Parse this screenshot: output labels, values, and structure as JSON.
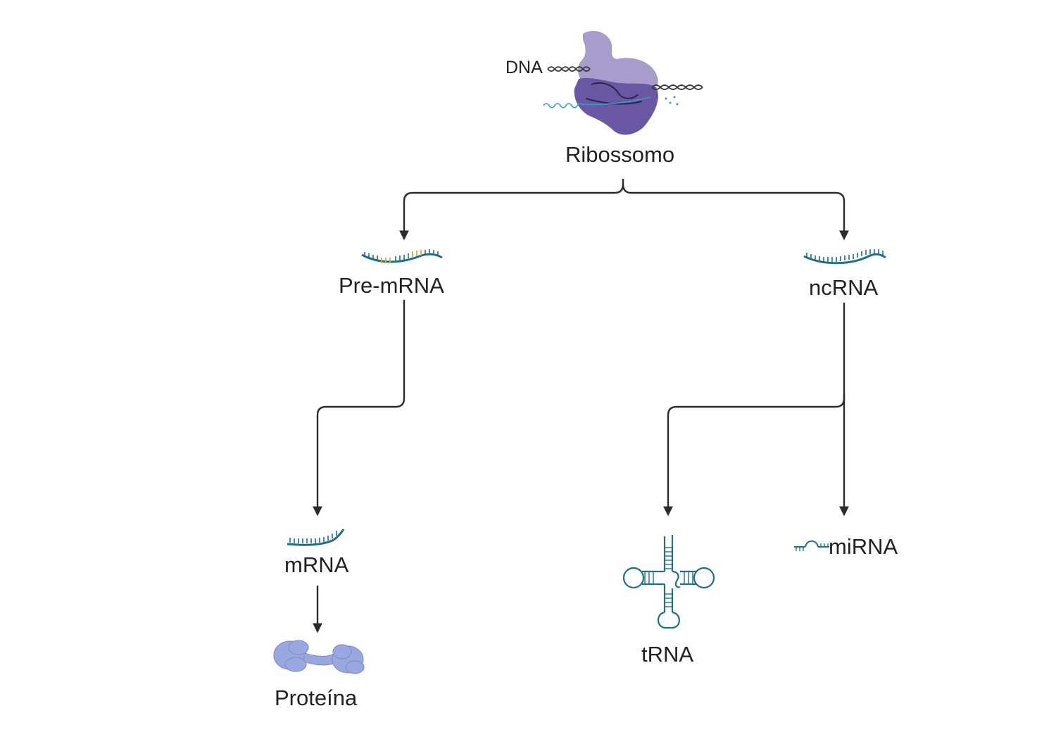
{
  "labels": {
    "dna": "DNA",
    "ribosome": "Ribossomo",
    "pre_mrna": "Pre-mRNA",
    "ncrna": "ncRNA",
    "mrna": "mRNA",
    "protein": "Proteína",
    "trna": "tRNA",
    "mirna": "miRNA"
  },
  "colors": {
    "arrow": "#2b2b2b",
    "rna_strand": "#1f6f8b",
    "exon": "#e0a83a",
    "ribosome_large": "#a397c9",
    "ribosome_small": "#6a57a3",
    "protein": "#9aa8e0",
    "dna": "#3a3a3a"
  },
  "icons": [
    "ribosome-icon",
    "dna-helix-icon",
    "pre-mrna-icon",
    "ncrna-icon",
    "mrna-icon",
    "protein-icon",
    "trna-icon",
    "mirna-icon"
  ]
}
